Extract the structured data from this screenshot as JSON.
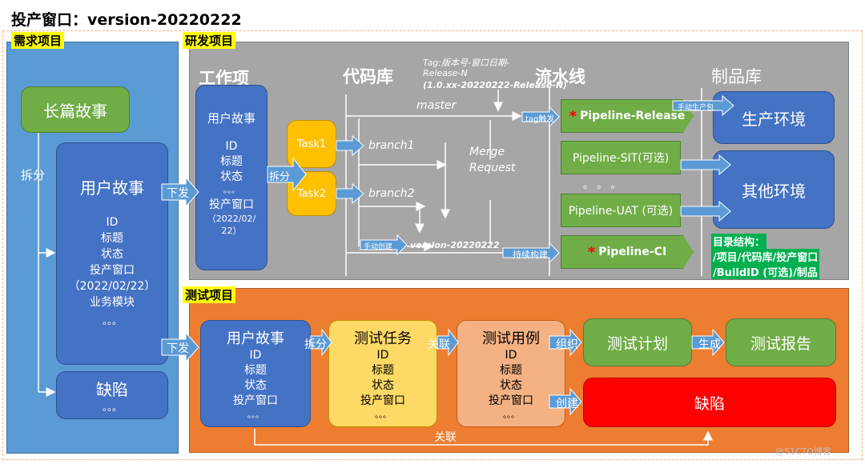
{
  "title": "投产窗口：version-20220222",
  "sections": {
    "demand": "需求项目",
    "dev": "研发项目",
    "test": "测试项目"
  },
  "demand": {
    "epic": "长篇故事",
    "split": "拆分",
    "story_title": "用户故事",
    "story_lines": [
      "ID",
      "标题",
      "状态",
      "投产窗口",
      "（2022/02/22）",
      "业务模块",
      "。。。"
    ],
    "defect_title": "缺陷",
    "defect_dots": "。。。",
    "down1": "下发",
    "down2": "下发"
  },
  "dev": {
    "col_work": "工作项",
    "col_repo": "代码库",
    "col_pipeline": "流水线",
    "col_artifact": "制品库",
    "story_title": "用户故事",
    "story_lines": [
      "ID",
      "标题",
      "状态",
      "。。。",
      "投产窗口",
      "（2022/02/",
      "22）"
    ],
    "split": "拆分",
    "task1": "Task1",
    "task2": "Task2",
    "master": "master",
    "branch1": "branch1",
    "branch2": "branch2",
    "merge": "Merge",
    "request": "Request",
    "tag_note1": "Tag:版本号-窗口日期-",
    "tag_note2": "Release-N",
    "tag_note3": "(1.0.xx-20220222-Release-N)",
    "manual_create": "手动创建",
    "version": "version-20220222",
    "tag_trigger": "tag触发",
    "continuous_build": "持续构建",
    "manual_pkg": "手动生产包",
    "p_release": "Pipeline-Release",
    "p_sit": "Pipeline-SIT(可选)",
    "p_dots": "。 。 。",
    "p_uat": "Pipeline-UAT (可选)",
    "p_ci": "Pipeline-CI",
    "star": "*",
    "env_prod": "生产环境",
    "env_other": "其他环境",
    "dir_title": "目录结构：",
    "dir_line1": "/项目/代码库/投产窗口",
    "dir_line2": "/BuildID (可选)/制品"
  },
  "test": {
    "story_title": "用户故事",
    "story_lines": [
      "ID",
      "标题",
      "状态",
      "投产窗口",
      "。。。"
    ],
    "split": "拆分",
    "task_title": "测试任务",
    "task_lines": [
      "ID",
      "标题",
      "状态",
      "投产窗口",
      "。。。"
    ],
    "relate": "关联",
    "case_title": "测试用例",
    "case_lines": [
      "ID",
      "标题",
      "状态",
      "投产窗口",
      "。。。"
    ],
    "organize": "组织",
    "plan": "测试计划",
    "generate": "生成",
    "report": "测试报告",
    "create": "创建",
    "defect": "缺陷",
    "bottom_relate": "关联"
  },
  "watermark": "@51CTO博客",
  "colors": {
    "demand_bg": "#5b9bd5",
    "dev_bg": "#a6a6a6",
    "test_bg": "#ed7d31",
    "blue_box": "#4472c4",
    "green_box": "#70ad47",
    "orange_task": "#ffc000",
    "defect_red": "#ff0000"
  }
}
